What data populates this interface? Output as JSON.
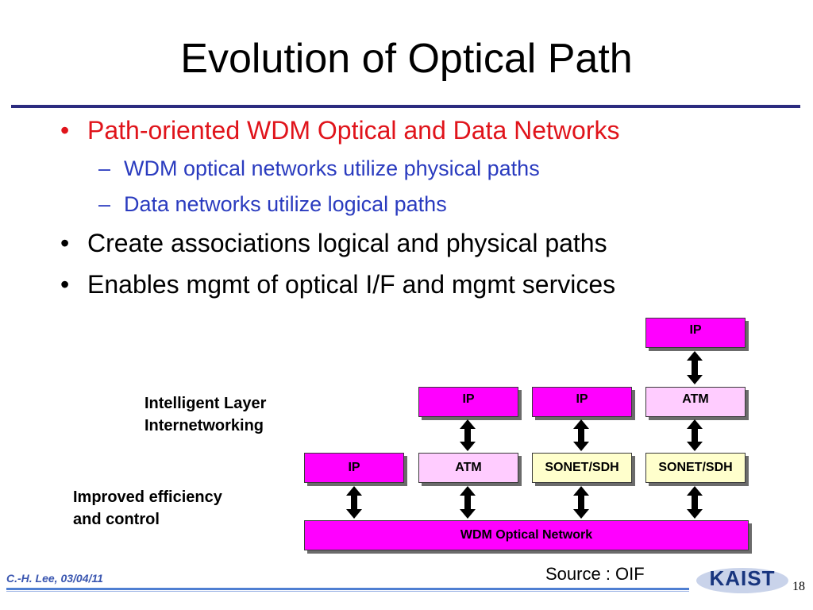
{
  "slide": {
    "title": "Evolution of Optical Path",
    "bullets": [
      {
        "marker": "•",
        "text": "Path-oriented WDM Optical and Data Networks",
        "color": "#e0141b"
      },
      {
        "marker": "•",
        "text": "Create associations logical and physical paths",
        "color": "#000000"
      },
      {
        "marker": "•",
        "text": "Enables mgmt of optical I/F and mgmt services",
        "color": "#000000"
      }
    ],
    "sub_bullets": [
      {
        "marker": "–",
        "text": "WDM optical networks utilize physical paths"
      },
      {
        "marker": "–",
        "text": "Data networks utilize logical paths"
      }
    ]
  },
  "diagram": {
    "labels": {
      "intelligent_1": "Intelligent Layer",
      "intelligent_2": "Internetworking",
      "efficiency_1": "Improved efficiency",
      "efficiency_2": "and control"
    },
    "boxes": {
      "col1_bottom": "IP",
      "col2_top": "IP",
      "col2_bottom": "ATM",
      "col3_top": "IP",
      "col3_bottom": "SONET/SDH",
      "col4_top": "IP",
      "col4_mid": "ATM",
      "col4_bottom": "SONET/SDH",
      "wdm": "WDM Optical Network"
    },
    "colors": {
      "magenta": "#ff00ff",
      "pink": "#ffccff",
      "yellow": "#ffffcc",
      "arrow": "#000000"
    }
  },
  "footer": {
    "author": "C.-H. Lee, 03/04/11",
    "source": "Source : OIF",
    "logo_text": "KAIST",
    "page_number": "18"
  }
}
